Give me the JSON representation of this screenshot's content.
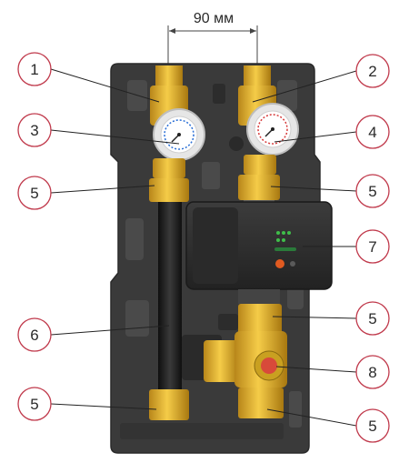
{
  "dimension": {
    "label": "90 мм"
  },
  "callouts": [
    {
      "number": "1"
    },
    {
      "number": "2"
    },
    {
      "number": "3"
    },
    {
      "number": "4"
    },
    {
      "number": "5"
    },
    {
      "number": "5"
    },
    {
      "number": "7"
    },
    {
      "number": "5"
    },
    {
      "number": "6"
    },
    {
      "number": "8"
    },
    {
      "number": "5"
    },
    {
      "number": "5"
    }
  ],
  "colors": {
    "insulation": "#3a3a3a",
    "insulation_light": "#4a4a4a",
    "brass": "#e8b830",
    "brass_dark": "#b8861a",
    "callout_stroke": "#c0394b",
    "pump_body": "#2e2e2e",
    "pipe": "#1c1c1c"
  },
  "icons": {
    "thermometer_left": "thermometer-blue-dial",
    "thermometer_right": "thermometer-red-dial",
    "pump_indicator": "led-indicator"
  }
}
